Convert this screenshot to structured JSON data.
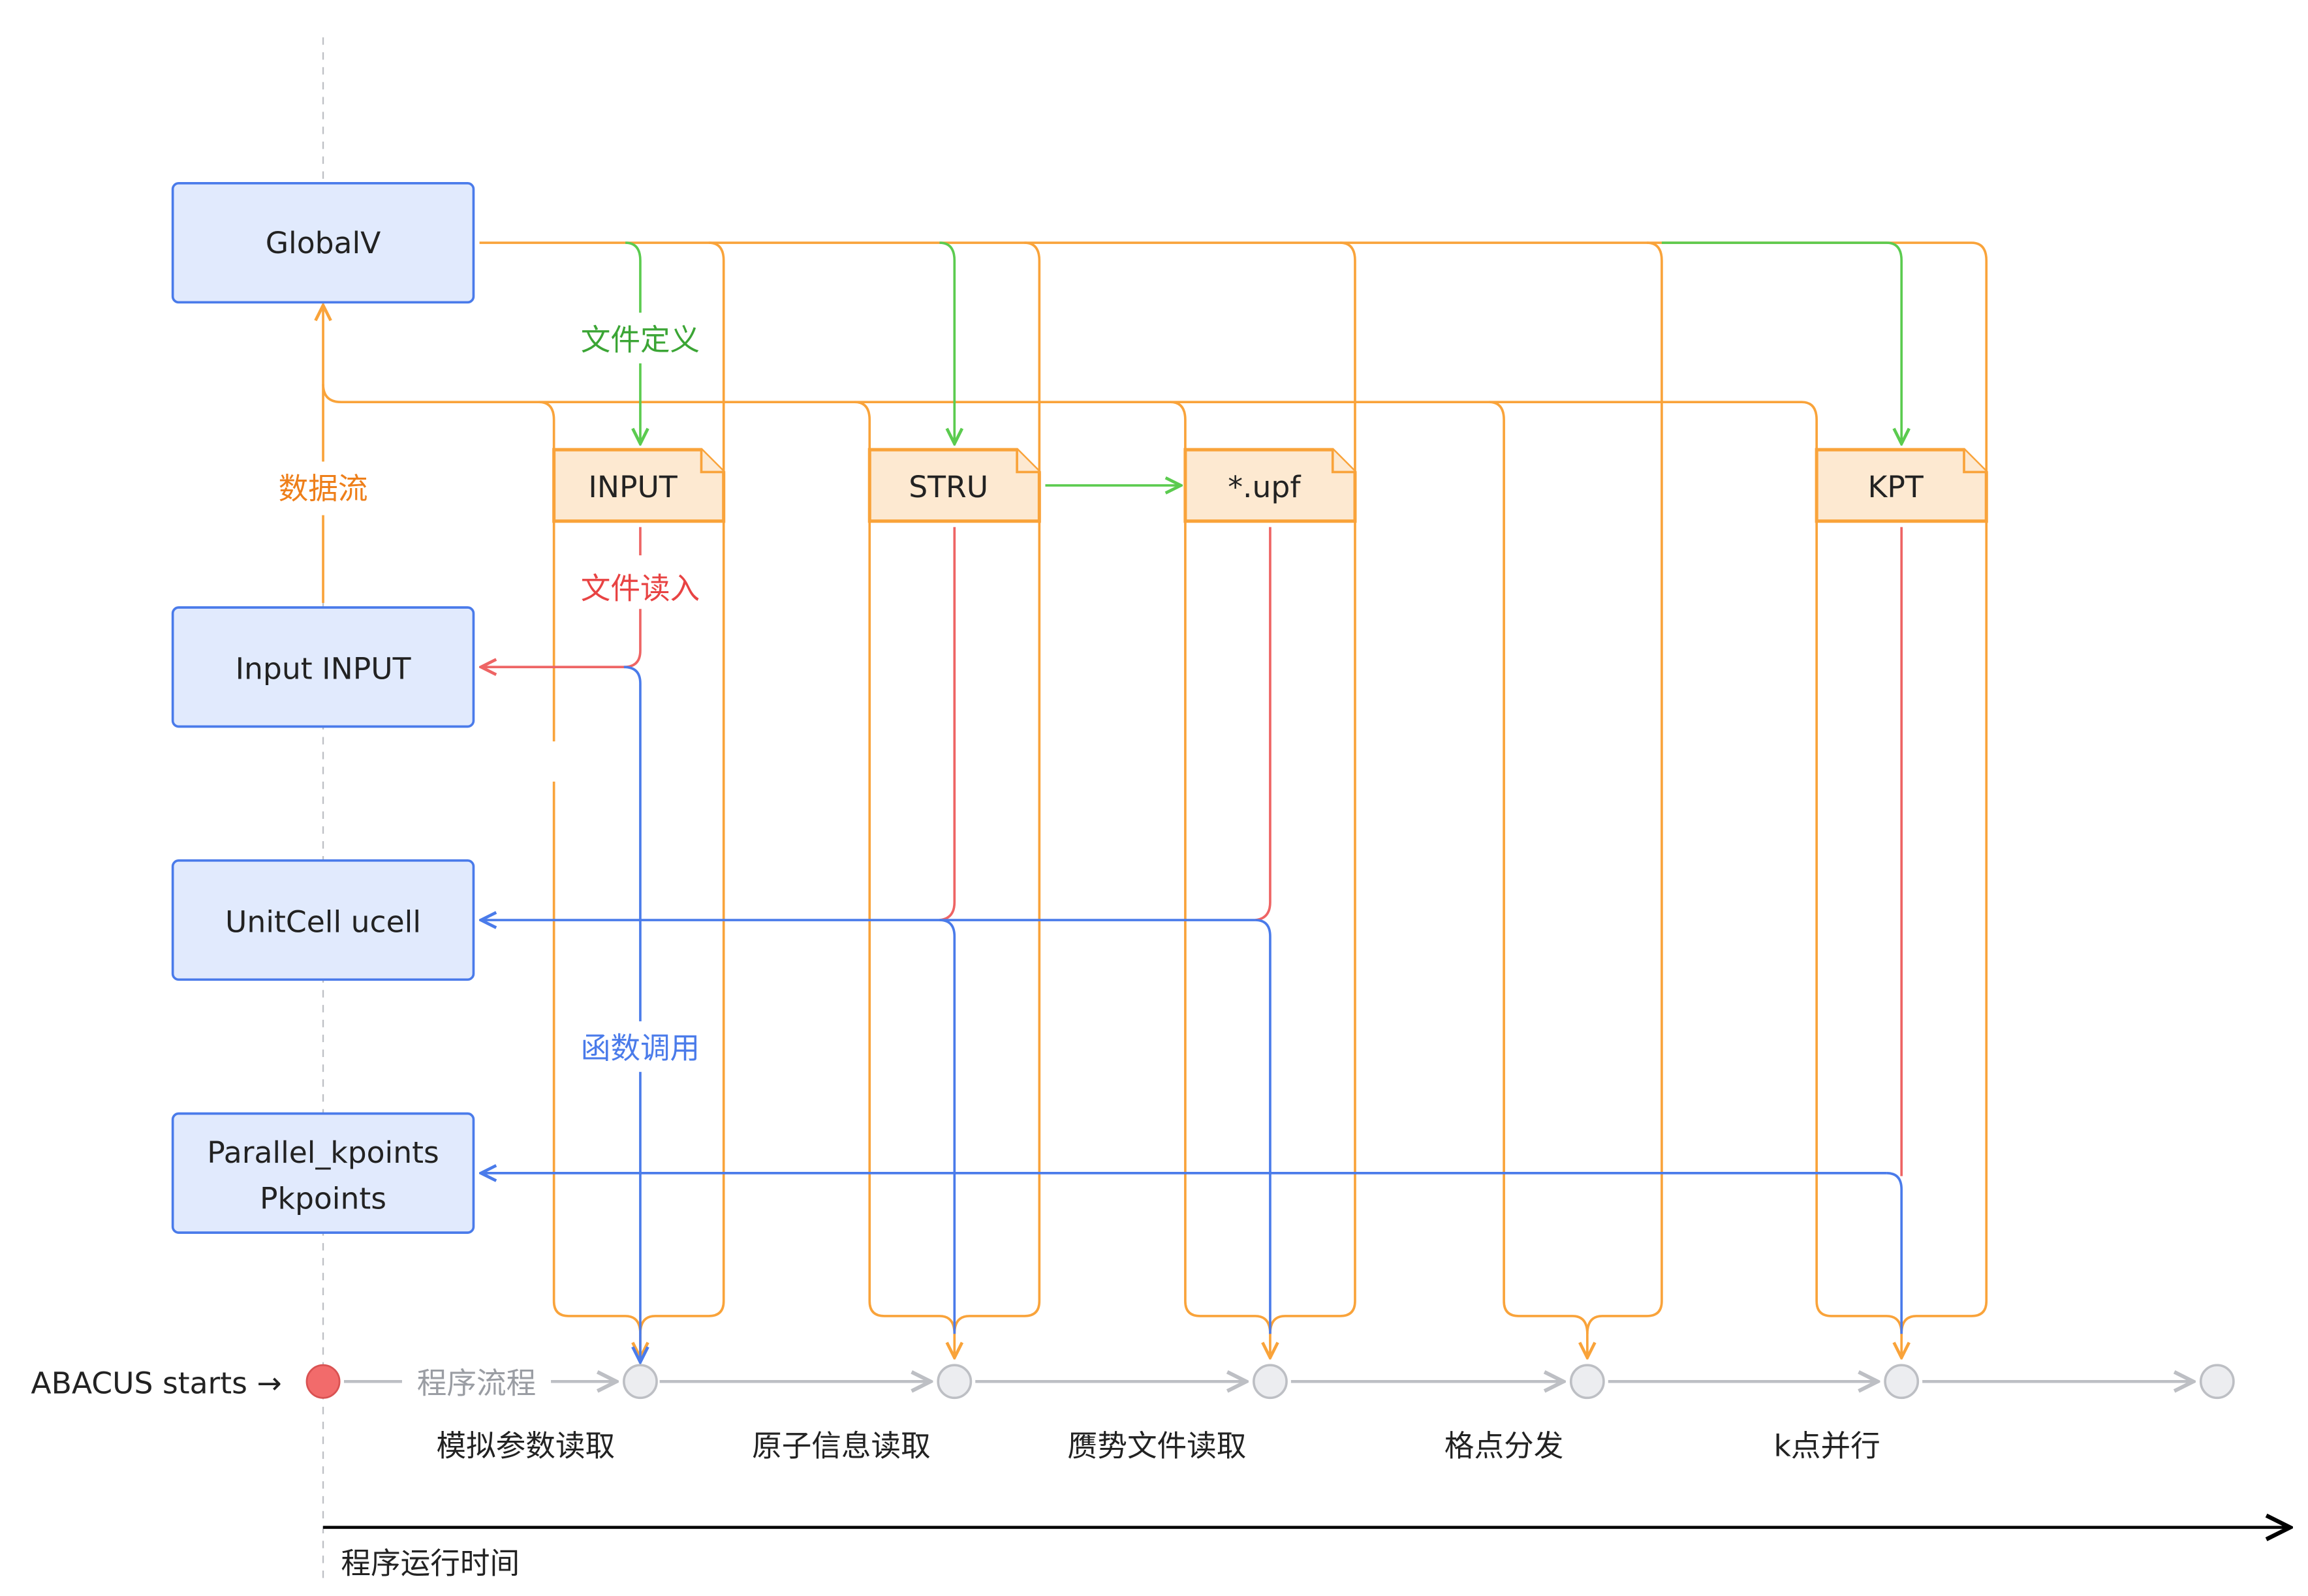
{
  "colors": {
    "orange": "#F9A33A",
    "green": "#5BCB4F",
    "red": "#EE6464",
    "blue": "#4A7BEA",
    "gray": "#BDBFC4",
    "class_fill": "#E1EAFD",
    "class_stroke": "#4A7BEA",
    "file_fill": "#FDE9D1",
    "start_node": "#F26B6B",
    "text": "#222222"
  },
  "classes": [
    {
      "id": "globalv",
      "label": "GlobalV"
    },
    {
      "id": "input",
      "label": "Input INPUT"
    },
    {
      "id": "unitcell",
      "label": "UnitCell ucell"
    },
    {
      "id": "pkpoints",
      "label_line1": "Parallel_kpoints",
      "label_line2": "Pkpoints"
    }
  ],
  "files": [
    {
      "id": "input",
      "label": "INPUT"
    },
    {
      "id": "stru",
      "label": "STRU"
    },
    {
      "id": "upf",
      "label": "*.upf"
    },
    {
      "id": "kpt",
      "label": "KPT"
    }
  ],
  "legend_labels": {
    "file_definition": "文件定义",
    "data_flow": "数据流",
    "file_read": "文件读入",
    "function_call": "函数调用",
    "program_flow": "程序流程"
  },
  "timeline": {
    "start_label": "ABACUS starts →",
    "stages": [
      "模拟参数读取",
      "原子信息读取",
      "赝势文件读取",
      "格点分发",
      "k点并行"
    ],
    "axis_label": "程序运行时间"
  }
}
